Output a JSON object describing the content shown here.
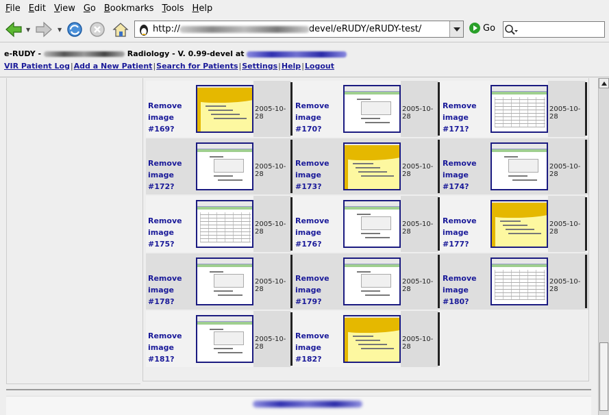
{
  "menu": [
    "File",
    "Edit",
    "View",
    "Go",
    "Bookmarks",
    "Tools",
    "Help"
  ],
  "menu_accel": [
    "F",
    "E",
    "V",
    "G",
    "B",
    "T",
    "H"
  ],
  "toolbar": {
    "url_prefix": "http://",
    "url_suffix": "devel/eRUDY/eRUDY-test/",
    "go_label": "Go"
  },
  "header": {
    "app_prefix": "e-RUDY - ",
    "app_mid": " Radiology - V. 0.99-devel at "
  },
  "nav": [
    "VIR Patient Log",
    "Add a New Patient",
    "Search for Patients",
    "Settings",
    "Help",
    "Logout"
  ],
  "images": [
    {
      "label": "Remove image #169?",
      "date": "2005-10-28",
      "style": "yellow"
    },
    {
      "label": "Remove image #170?",
      "date": "2005-10-28",
      "style": "form"
    },
    {
      "label": "Remove image #171?",
      "date": "2005-10-28",
      "style": "grid"
    },
    {
      "label": "Remove image #172?",
      "date": "2005-10-28",
      "style": "form"
    },
    {
      "label": "Remove image #173?",
      "date": "2005-10-28",
      "style": "yellow"
    },
    {
      "label": "Remove image #174?",
      "date": "2005-10-28",
      "style": "form"
    },
    {
      "label": "Remove image #175?",
      "date": "2005-10-28",
      "style": "grid"
    },
    {
      "label": "Remove image #176?",
      "date": "2005-10-28",
      "style": "form"
    },
    {
      "label": "Remove image #177?",
      "date": "2005-10-28",
      "style": "yellow"
    },
    {
      "label": "Remove image #178?",
      "date": "2005-10-28",
      "style": "form"
    },
    {
      "label": "Remove image #179?",
      "date": "2005-10-28",
      "style": "form"
    },
    {
      "label": "Remove image #180?",
      "date": "2005-10-28",
      "style": "grid"
    },
    {
      "label": "Remove image #181?",
      "date": "2005-10-28",
      "style": "form"
    },
    {
      "label": "Remove image #182?",
      "date": "2005-10-28",
      "style": "yellow"
    }
  ],
  "colors": {
    "link": "#1a1a99",
    "thumb_border": "#1a1a80",
    "accent_yellow": "#e5b800"
  }
}
